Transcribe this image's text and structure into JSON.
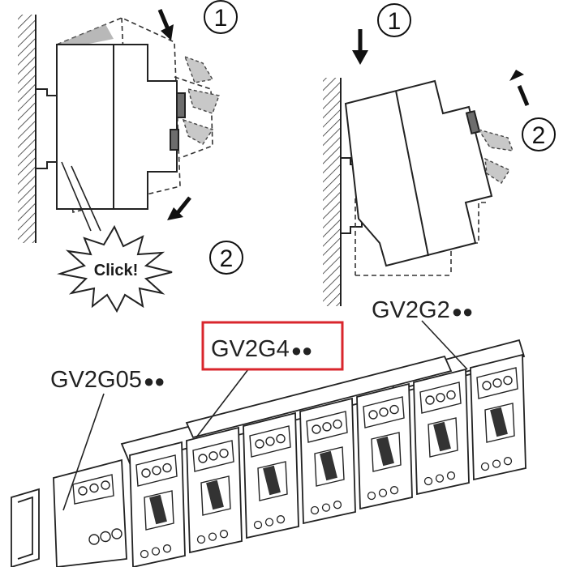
{
  "figure": {
    "step_labels": {
      "top_left_1": "1",
      "top_left_2": "2",
      "top_right_1": "1",
      "top_right_2": "2"
    },
    "click_label": "Click!",
    "references": {
      "gv2g05": {
        "name": "GV2G05",
        "suffix": "●●"
      },
      "gv2g4": {
        "name": "GV2G4",
        "suffix": "●●",
        "highlighted": true
      },
      "gv2g2": {
        "name": "GV2G2",
        "suffix": "●●"
      }
    },
    "highlight_color": "#d9262c",
    "ink_color": "#222222",
    "hatch_color": "#333333",
    "module_count": 8,
    "icons": [
      "arrow-down-icon",
      "arrow-up-icon",
      "click-burst-icon"
    ]
  }
}
